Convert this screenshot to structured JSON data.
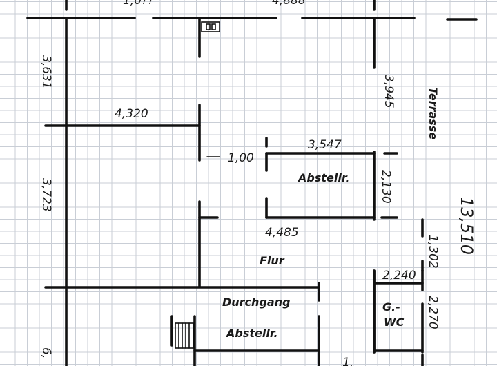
{
  "dimensions": {
    "top_left_partial": "1,0??",
    "top_mid_partial": "4,888",
    "left_upper": "3,631",
    "left_lower": "3,723",
    "left_bottom_partial": "6,",
    "room_width_left": "4,320",
    "door_gap": "1,00",
    "storage_width_top": "3,547",
    "storage_width_bottom": "4,485",
    "right_upper": "3,945",
    "storage_depth": "2,130",
    "right_long": "13,510",
    "right_mid": "1,302",
    "wc_width": "2,240",
    "wc_depth": "2,270",
    "bottom_partial": "1,"
  },
  "rooms": {
    "terrace": "Terrasse",
    "storage_upper": "Abstellr.",
    "hall": "Flur",
    "passage": "Durchgang",
    "storage_lower": "Abstellr.",
    "wc_line1": "G.-",
    "wc_line2": "WC"
  }
}
